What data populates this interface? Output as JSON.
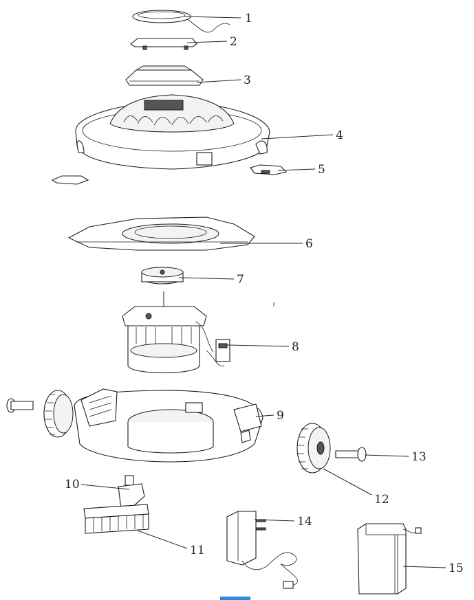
{
  "diagram": {
    "type": "exploded parts view",
    "callouts": [
      {
        "id": "c1",
        "label": "1"
      },
      {
        "id": "c2",
        "label": "2"
      },
      {
        "id": "c3",
        "label": "3"
      },
      {
        "id": "c4",
        "label": "4"
      },
      {
        "id": "c5",
        "label": "5"
      },
      {
        "id": "c6",
        "label": "6"
      },
      {
        "id": "c7",
        "label": "7"
      },
      {
        "id": "c8",
        "label": "8"
      },
      {
        "id": "c9",
        "label": "9"
      },
      {
        "id": "c10",
        "label": "10"
      },
      {
        "id": "c11",
        "label": "11"
      },
      {
        "id": "c12",
        "label": "12"
      },
      {
        "id": "c13",
        "label": "13"
      },
      {
        "id": "c14",
        "label": "14"
      },
      {
        "id": "c15",
        "label": "15"
      }
    ],
    "colors": {
      "line": "#1a1a1a",
      "accent": "#2d8ae0"
    }
  }
}
